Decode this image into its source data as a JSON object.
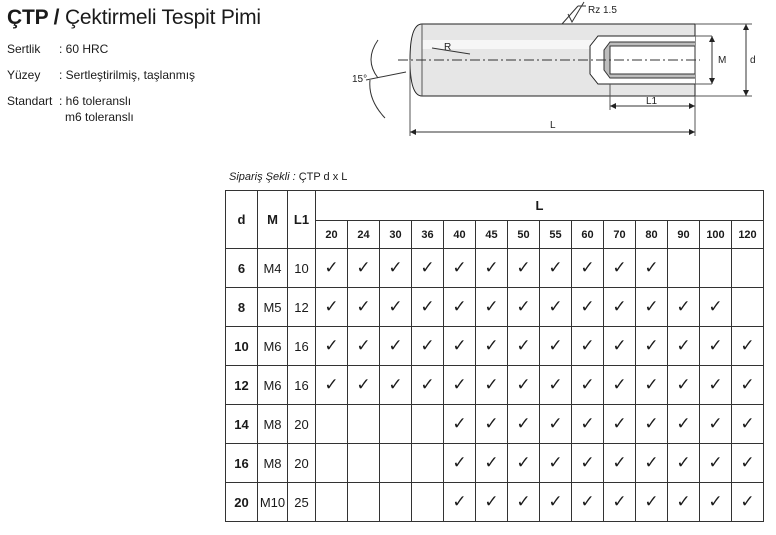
{
  "title": {
    "code": "ÇTP",
    "sep": " /",
    "name": " Çektirmeli Tespit Pimi"
  },
  "specs": [
    {
      "key": "Sertlik",
      "value": ": 60 HRC"
    },
    {
      "key": "Yüzey",
      "value": ": Sertleştirilmiş, taşlanmış"
    },
    {
      "key": "Standart",
      "value": ": h6 toleranslı",
      "value2": "m6 toleranslı"
    }
  ],
  "drawing": {
    "rz_label": "Rz 1.5",
    "r_label": "R",
    "angle_label": "15°",
    "m_label": "M",
    "d_label": "d",
    "l1_label": "L1",
    "l_label": "L"
  },
  "order": {
    "label": "Sipariş Şekli :",
    "value": " ÇTP d x L"
  },
  "table": {
    "headers": {
      "d": "d",
      "m": "M",
      "l1": "L1",
      "l": "L"
    },
    "lengths": [
      "20",
      "24",
      "30",
      "36",
      "40",
      "45",
      "50",
      "55",
      "60",
      "70",
      "80",
      "90",
      "100",
      "120"
    ],
    "check_symbol": "✓",
    "rows": [
      {
        "d": "6",
        "m": "M4",
        "l1": "10",
        "avail": [
          1,
          1,
          1,
          1,
          1,
          1,
          1,
          1,
          1,
          1,
          1,
          0,
          0,
          0
        ]
      },
      {
        "d": "8",
        "m": "M5",
        "l1": "12",
        "avail": [
          1,
          1,
          1,
          1,
          1,
          1,
          1,
          1,
          1,
          1,
          1,
          1,
          1,
          0
        ]
      },
      {
        "d": "10",
        "m": "M6",
        "l1": "16",
        "avail": [
          1,
          1,
          1,
          1,
          1,
          1,
          1,
          1,
          1,
          1,
          1,
          1,
          1,
          1
        ]
      },
      {
        "d": "12",
        "m": "M6",
        "l1": "16",
        "avail": [
          1,
          1,
          1,
          1,
          1,
          1,
          1,
          1,
          1,
          1,
          1,
          1,
          1,
          1
        ]
      },
      {
        "d": "14",
        "m": "M8",
        "l1": "20",
        "avail": [
          0,
          0,
          0,
          0,
          1,
          1,
          1,
          1,
          1,
          1,
          1,
          1,
          1,
          1
        ]
      },
      {
        "d": "16",
        "m": "M8",
        "l1": "20",
        "avail": [
          0,
          0,
          0,
          0,
          1,
          1,
          1,
          1,
          1,
          1,
          1,
          1,
          1,
          1
        ]
      },
      {
        "d": "20",
        "m": "M10",
        "l1": "25",
        "avail": [
          0,
          0,
          0,
          0,
          1,
          1,
          1,
          1,
          1,
          1,
          1,
          1,
          1,
          1
        ]
      }
    ]
  }
}
